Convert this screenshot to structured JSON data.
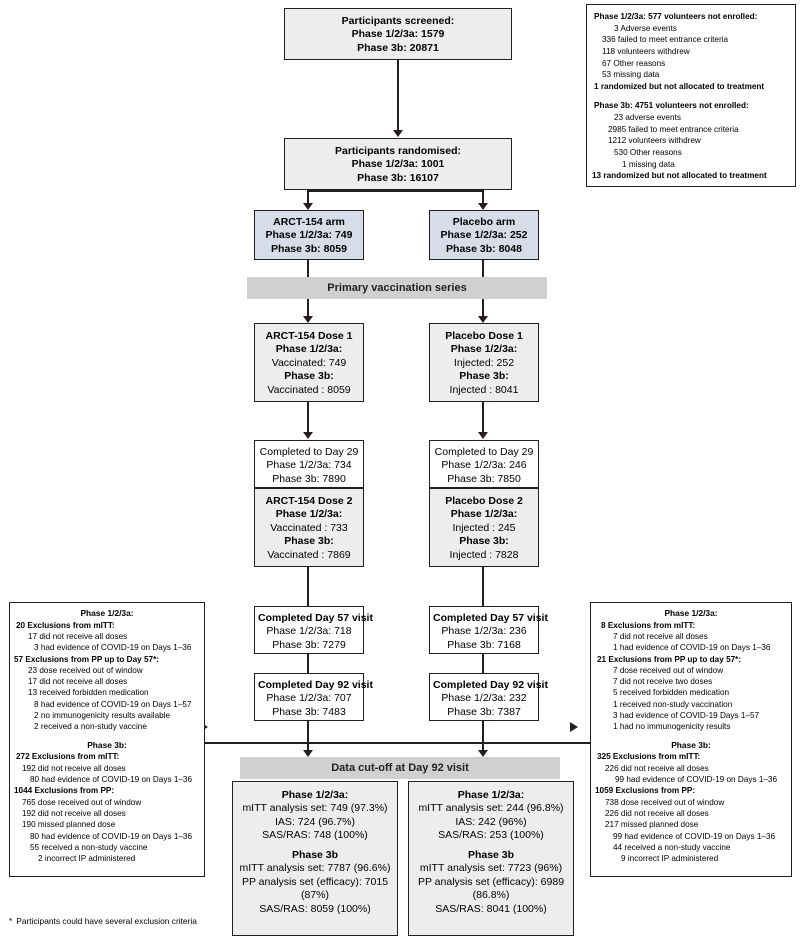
{
  "diagram": {
    "title": "CONSORT participant flow diagram",
    "footnote_marker": "*",
    "footnote_text": "Participants could have several exclusion criteria",
    "colors": {
      "box_border": "#231f20",
      "box_grey_fill": "#ededed",
      "box_blue_fill": "#d6dde8",
      "band_fill": "#d0d0d0",
      "background": "#ffffff"
    }
  },
  "screened": {
    "line1": "Participants screened:",
    "line2": "Phase 1/2/3a: 1579",
    "line3": "Phase 3b: 20871"
  },
  "not_enrolled": {
    "group1": {
      "title": "Phase 1/2/3a: 577 volunteers not enrolled:",
      "rows": [
        "3 Adverse events",
        "336 failed to meet entrance criteria",
        "118 volunteers withdrew",
        "67 Other reasons",
        "53 missing data"
      ],
      "footer": "1 randomized but not allocated to treatment"
    },
    "group2": {
      "title": "Phase 3b: 4751 volunteers not enrolled:",
      "rows": [
        "23 adverse events",
        "2985 failed to meet entrance criteria",
        "1212 volunteers withdrew",
        "530 Other reasons",
        "1 missing data"
      ],
      "footer": "13 randomized but not allocated to treatment"
    }
  },
  "randomised": {
    "line1": "Participants randomised:",
    "line2": "Phase 1/2/3a: 1001",
    "line3": "Phase 3b: 16107"
  },
  "arms": {
    "treatment": {
      "line1": "ARCT-154 arm",
      "line2": "Phase 1/2/3a: 749",
      "line3": "Phase 3b: 8059"
    },
    "placebo": {
      "line1": "Placebo arm",
      "line2": "Phase 1/2/3a: 252",
      "line3": "Phase 3b: 8048"
    }
  },
  "band_primary": "Primary vaccination series",
  "band_cutoff": "Data cut-off at Day 92 visit",
  "dose1": {
    "treatment": {
      "line1": "ARCT-154 Dose 1",
      "line2": "Phase 1/2/3a:",
      "line3": "Vaccinated: 749",
      "line4": "Phase 3b:",
      "line5": "Vaccinated : 8059"
    },
    "placebo": {
      "line1": "Placebo Dose 1",
      "line2": "Phase 1/2/3a:",
      "line3": "Injected: 252",
      "line4": "Phase 3b:",
      "line5": "Injected : 8041"
    }
  },
  "completed_day29": {
    "treatment": {
      "line1": "Completed to Day 29",
      "line2": "Phase 1/2/3a: 734",
      "line3": "Phase 3b: 7890"
    },
    "placebo": {
      "line1": "Completed to Day 29",
      "line2": "Phase 1/2/3a: 246",
      "line3": "Phase 3b: 7850"
    }
  },
  "dose2": {
    "treatment": {
      "line1": "ARCT-154 Dose 2",
      "line2": "Phase 1/2/3a:",
      "line3": "Vaccinated : 733",
      "line4": "Phase 3b:",
      "line5": "Vaccinated : 7869"
    },
    "placebo": {
      "line1": "Placebo Dose 2",
      "line2": "Phase 1/2/3a:",
      "line3": "Injected : 245",
      "line4": "Phase 3b:",
      "line5": "Injected : 7828"
    }
  },
  "completed_day57": {
    "treatment": {
      "line1": "Completed Day 57 visit",
      "line2": "Phase 1/2/3a: 718",
      "line3": "Phase 3b: 7279"
    },
    "placebo": {
      "line1": "Completed Day 57 visit",
      "line2": "Phase 1/2/3a: 236",
      "line3": "Phase 3b: 7168"
    }
  },
  "completed_day92": {
    "treatment": {
      "line1": "Completed Day 92 visit",
      "line2": "Phase 1/2/3a: 707",
      "line3": "Phase 3b: 7483"
    },
    "placebo": {
      "line1": "Completed Day 92 visit",
      "line2": "Phase 1/2/3a: 232",
      "line3": "Phase 3b: 7387"
    }
  },
  "exclusions_left": {
    "header": "Phase 1/2/3a:",
    "g1_title": "20 Exclusions from mITT:",
    "g1_rows": [
      "17 did not receive all doses",
      "3 had evidence of COVID-19 on Days 1–36"
    ],
    "g2_title": "57 Exclusions from PP up to Day 57*:",
    "g2_rows": [
      "23 dose received out of window",
      "17 did not receive all doses",
      "13 received forbidden medication",
      "8 had evidence of COVID-19 on Days 1–57",
      "2 no immunogenicity results available",
      "2 received a non-study vaccine"
    ],
    "header2": "Phase 3b:",
    "g3_title": "272 Exclusions from mITT:",
    "g3_rows": [
      "192 did not receive all doses",
      "80 had evidence of COVID-19 on Days 1–36"
    ],
    "g4_title": "1044 Exclusions from PP:",
    "g4_rows": [
      "765 dose received out of window",
      "192 did not receive all doses",
      "190 missed planned dose",
      "80 had evidence of COVID-19 on Days 1–36",
      "55 received a non-study vaccine",
      "2 incorrect IP administered"
    ]
  },
  "exclusions_right": {
    "header": "Phase 1/2/3a:",
    "g1_title": "8 Exclusions from mITT:",
    "g1_rows": [
      "7 did not receive all doses",
      "1 had evidence of COVID-19 on Days 1–36"
    ],
    "g2_title": "21 Exclusions from PP up to day 57*:",
    "g2_rows": [
      "7 dose received out of window",
      "7 did not receive two doses",
      "5 received forbidden medication",
      "1 received non-study vaccination",
      "3 had evidence of COVID-19 Days 1–57",
      "1 had no immunogenicity results"
    ],
    "header2": "Phase 3b:",
    "g3_title": "325 Exclusions from mITT:",
    "g3_rows": [
      "226 did not receive all doses",
      "99 had evidence of COVID-19 on Days 1–36"
    ],
    "g4_title": "1059 Exclusions from PP:",
    "g4_rows": [
      "738 dose received out of window",
      "226 did not receive all doses",
      "217 missed planned dose",
      "99 had evidence of COVID-19 on Days 1–36",
      "44 received a non-study vaccine",
      "9 incorrect IP administered"
    ]
  },
  "analysis_sets": {
    "treatment": {
      "h1": "Phase 1/2/3a:",
      "r1": "mITT analysis set: 749 (97.3%)",
      "r2": "IAS: 724 (96.7%)",
      "r3": "SAS/RAS: 748 (100%)",
      "h2": "Phase 3b",
      "r4": "mITT analysis set: 7787 (96.6%)",
      "r5": "PP analysis set (efficacy): 7015",
      "r6": "(87%)",
      "r7": "SAS/RAS: 8059 (100%)"
    },
    "placebo": {
      "h1": "Phase 1/2/3a:",
      "r1": "mITT analysis set: 244 (96.8%)",
      "r2": "IAS: 242 (96%)",
      "r3": "SAS/RAS: 253 (100%)",
      "h2": "Phase 3b",
      "r4": "mITT analysis set: 7723 (96%)",
      "r5": "PP analysis set (efficacy): 6989",
      "r6": "(86.8%)",
      "r7": "SAS/RAS: 8041 (100%)"
    }
  }
}
